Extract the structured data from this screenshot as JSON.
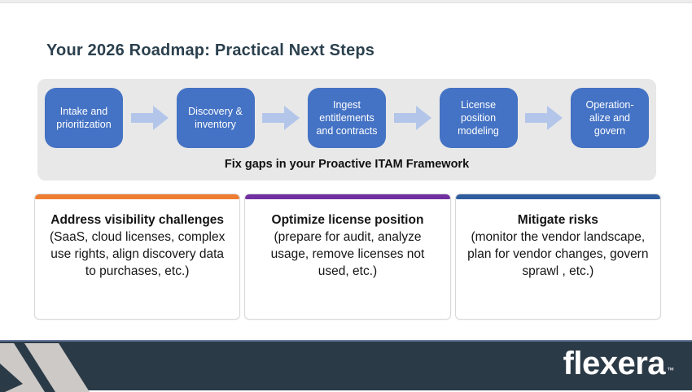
{
  "title": "Your 2026 Roadmap: Practical Next Steps",
  "process": {
    "steps": [
      {
        "label": "Intake and prioritization"
      },
      {
        "label": "Discovery & inventory"
      },
      {
        "label": "Ingest entitlements and contracts"
      },
      {
        "label": "License position modeling"
      },
      {
        "label": "Operation-alize and govern"
      }
    ],
    "caption": "Fix gaps in your Proactive ITAM Framework"
  },
  "cards": [
    {
      "accent": "#ED7D31",
      "title": "Address visibility challenges",
      "body": "(SaaS, cloud licenses, complex use rights, align discovery data to purchases, etc.)"
    },
    {
      "accent": "#7030A0",
      "title": "Optimize license position",
      "body": "(prepare for audit, analyze usage, remove licenses not used, etc.)"
    },
    {
      "accent": "#2F5D9E",
      "title": "Mitigate risks",
      "body": "(monitor the vendor landscape, plan for vendor changes, govern sprawl , etc.)"
    }
  ],
  "footer": {
    "brand": "flexera",
    "trademark": "™"
  },
  "colors": {
    "title_text": "#2B404E",
    "step_box": "#4472C4",
    "arrow": "#B3C6EA",
    "band_bg": "#E8E8E8",
    "card_border": "#D8D8D8",
    "footer_bg": "#2B3A47",
    "footer_top_line": "#66789B",
    "chevron_silver": "#CCC9C6",
    "logo_text": "#FFFFFF"
  }
}
